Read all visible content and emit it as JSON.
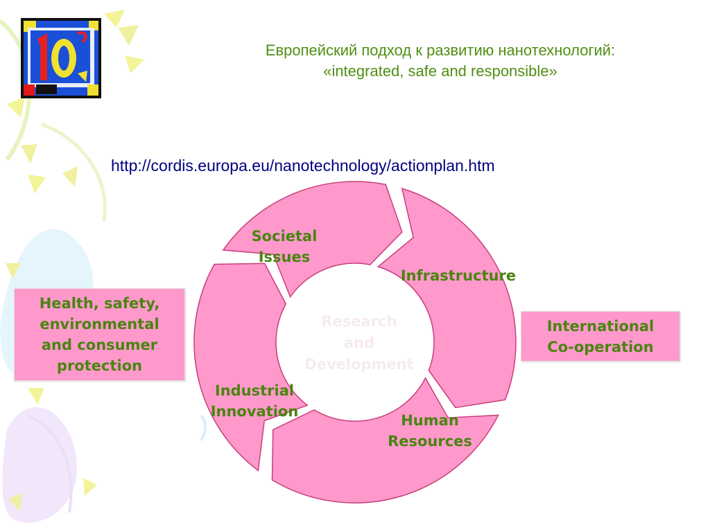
{
  "header": {
    "title_line1": "Европейский подход к  развитию нанотехнологий:",
    "title_line2": "«integrated, safe and responsible»"
  },
  "url": "http://cordis.europa.eu/nanotechnology/actionplan.htm",
  "cycle": {
    "center": {
      "line1": "Research",
      "line2": "and",
      "line3": "Development"
    },
    "segments": {
      "societal": {
        "line1": "Societal",
        "line2": "Issues"
      },
      "infrastructure": {
        "line1": "Infrastructure"
      },
      "human": {
        "line1": "Human",
        "line2": "Resources"
      },
      "industrial": {
        "line1": "Industrial",
        "line2": "Innovation"
      }
    }
  },
  "side_boxes": {
    "left": {
      "line1": "Health, safety,",
      "line2": "environmental",
      "line3": "and consumer",
      "line4": "protection"
    },
    "right": {
      "line1": "International",
      "line2": "Co-operation"
    }
  },
  "colors": {
    "title": "#4f8f12",
    "url": "#000080",
    "label_green": "#4a8410",
    "segment_fill": "#ff99cc",
    "segment_stroke": "#c83c7a"
  }
}
